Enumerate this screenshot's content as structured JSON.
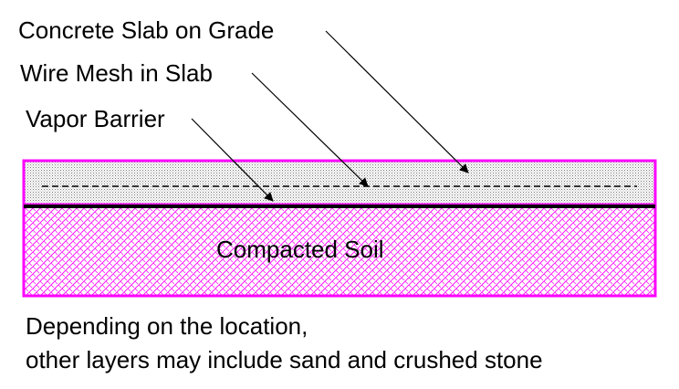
{
  "labels": {
    "concrete": "Concrete Slab on Grade",
    "mesh": "Wire Mesh in Slab",
    "vapor": "Vapor Barrier",
    "soil": "Compacted Soil"
  },
  "note": {
    "line1": "Depending on the location,",
    "line2": "other layers may include sand and crushed stone"
  },
  "colors": {
    "outline": "#ff00ff",
    "slab_fill": "#d8d8d8",
    "soil_hatch": "#ff00ff"
  }
}
